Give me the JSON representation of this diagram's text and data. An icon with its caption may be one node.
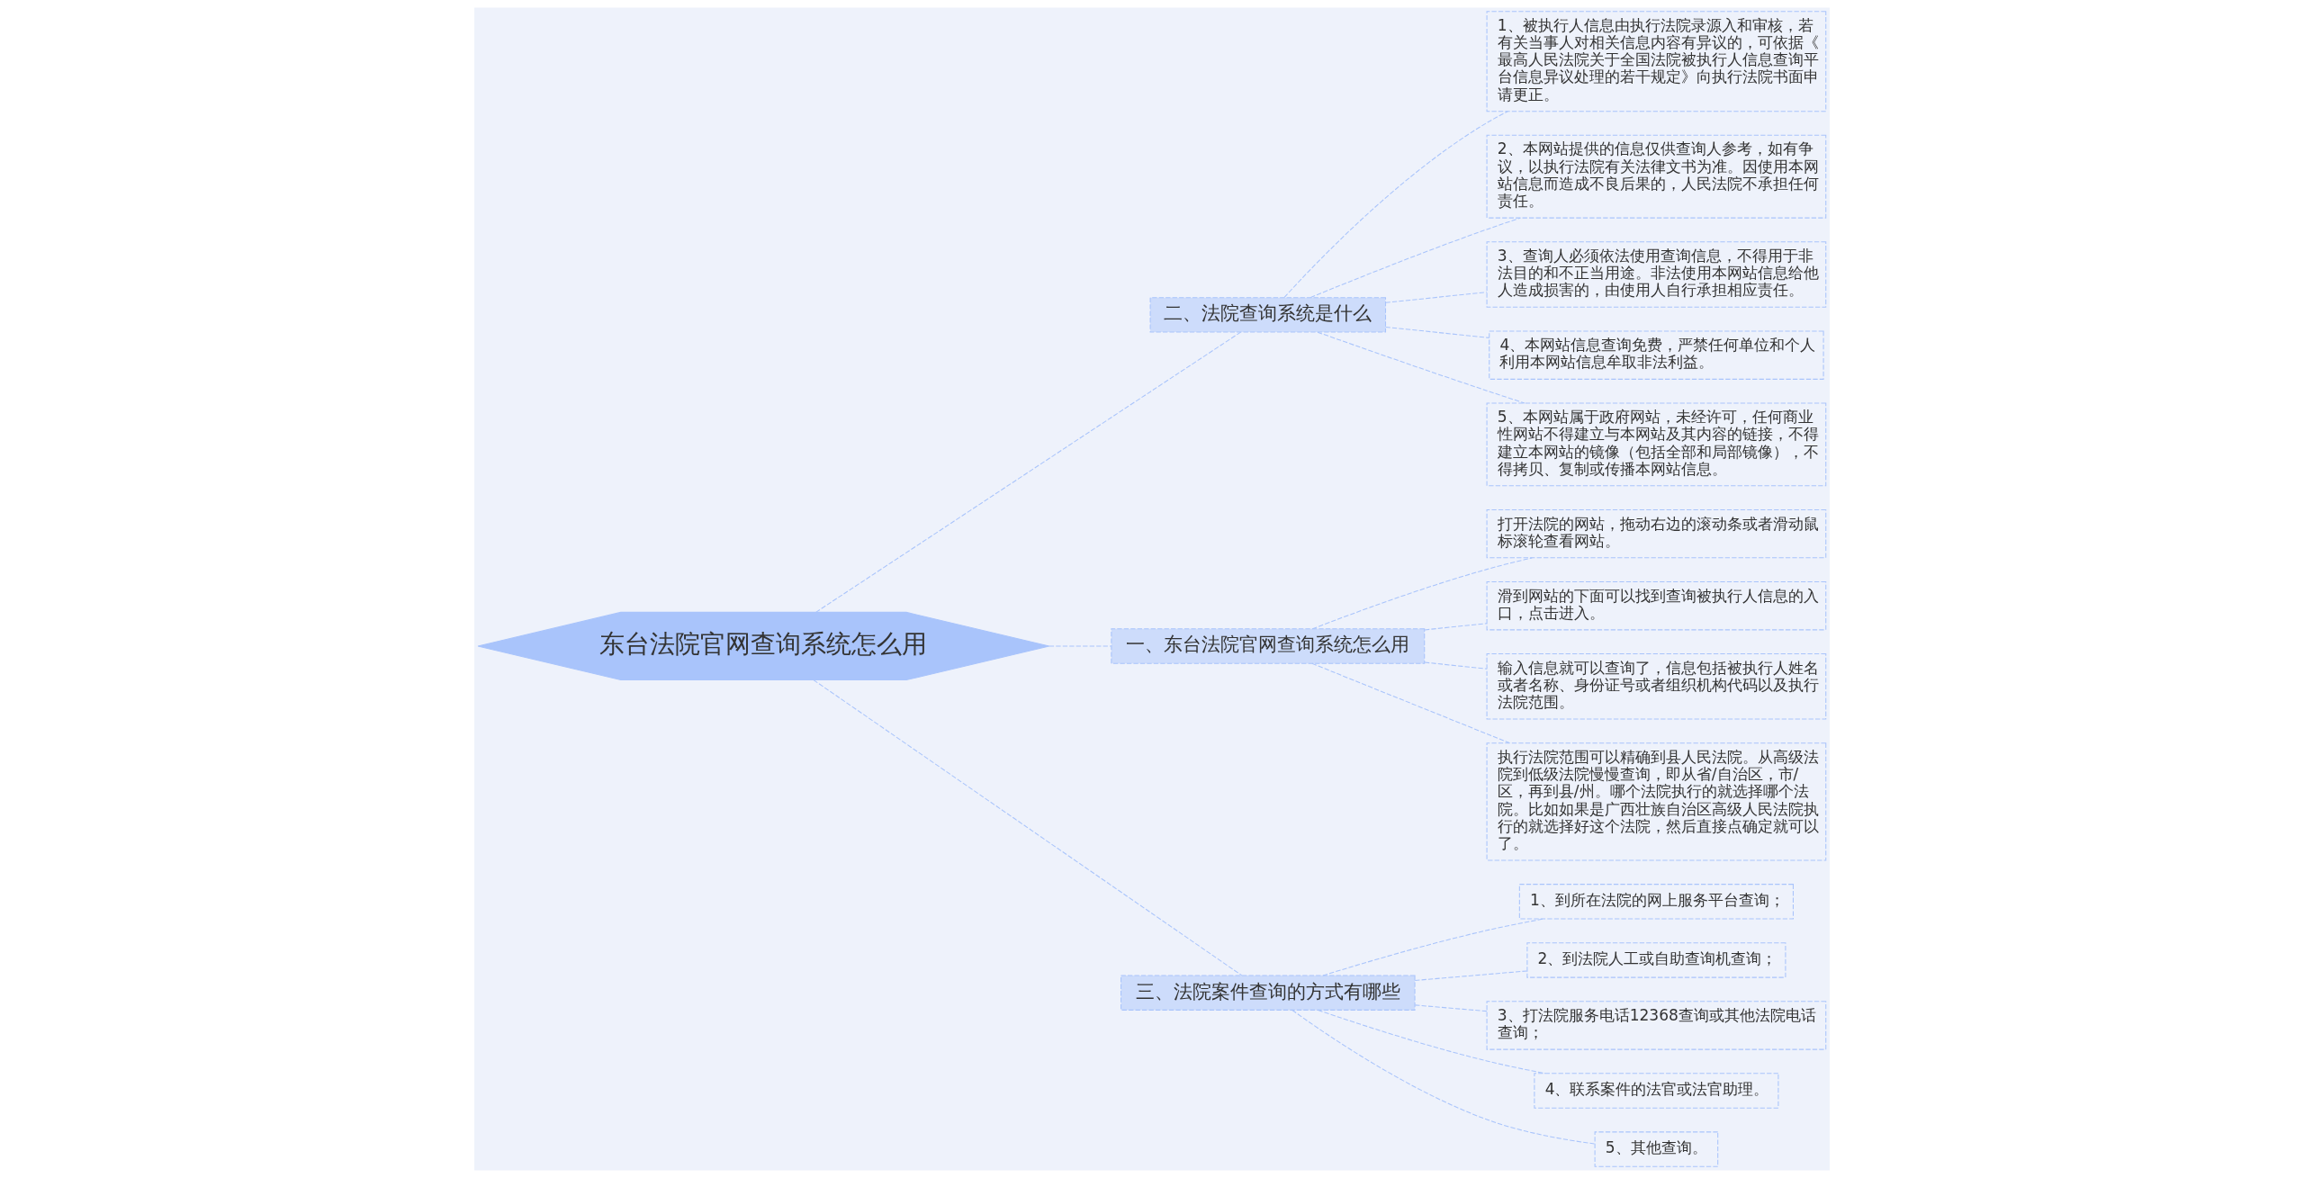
{
  "diagram": {
    "nodes": [
      {
        "text": [
          "东台法院官网查询系统怎么用"
        ]
      },
      {
        "text": [
          "二、法院查询系统是什么"
        ]
      },
      {
        "text": [
          "1、被执行人信息由执行法院录源入和审核，若有关当事人对相关信息内容有异议的，可依据《最高人民法院关于全国法院被执行人信息查询平台信息异议处理的若干规定》向执行法院书面申请更正。"
        ]
      },
      {
        "text": [
          "2、本网站提供的信息仅供查询人参考，如有争议，以执行法院有关法律文书为准。因使用本网站信息而造成不良后果的，人民法院不承担任何责任。"
        ]
      },
      {
        "text": [
          "3、查询人必须依法使用查询信息，不得用于非法目的和不正当用途。非法使用本网站信息给他人造成损害的，由使用人自行承担相应责任。"
        ]
      },
      {
        "text": [
          "4、本网站信息查询免费，严禁任何单位和个人利用本网站信息牟取非法利益。"
        ]
      },
      {
        "text": [
          "5、本网站属于政府网站，未经许可，任何商业性网站不得建立与本网站及其内容的链接，不得建立本网站的镜像（包括全部和局部镜像），不得拷贝、复制或传播本网站信息。"
        ]
      },
      {
        "text": [
          "一、东台法院官网查询系统怎么用"
        ]
      },
      {
        "text": [
          "打开法院的网站，拖动右边的滚动条或者滑动鼠标滚轮查看网站。"
        ]
      },
      {
        "text": [
          "滑到网站的下面可以找到查询被执行人信息的入口，点击进入。"
        ]
      },
      {
        "text": [
          "输入信息就可以查询了，信息包括被执行人姓名或者名称、身份证号或者组织机构代码以及执行法院范围。"
        ]
      },
      {
        "text": [
          "执行法院范围可以精确到县人民法院。从高级法院到低级法院慢慢查询，即从省/自治区，市/区，再到县/州。哪个法院执行的就选择哪个法院。比如如果是广西壮族自治区高级人民法院执行的就选择好这个法院，然后直接点确定就可以了。"
        ]
      },
      {
        "text": [
          "三、法院案件查询的方式有哪些"
        ]
      },
      {
        "text": [
          "1、到所在法院的网上服务平台查询；"
        ]
      },
      {
        "text": [
          "2、到法院人工或自助查询机查询；"
        ]
      },
      {
        "text": [
          "3、打法院服务电话12368查询或其他法院电话查询；"
        ]
      },
      {
        "text": [
          "4、联系案件的法官或法官助理。"
        ]
      },
      {
        "text": [
          "5、其他查询。"
        ]
      }
    ],
    "edges": [
      {
        "from": 0,
        "to": 1,
        "arrow": "none",
        "style": "dashed"
      },
      {
        "from": 1,
        "to": 2,
        "arrow": "none",
        "style": "dashed"
      },
      {
        "from": 1,
        "to": 3,
        "arrow": "none",
        "style": "dashed"
      },
      {
        "from": 1,
        "to": 4,
        "arrow": "none",
        "style": "dashed"
      },
      {
        "from": 1,
        "to": 5,
        "arrow": "none",
        "style": "dashed"
      },
      {
        "from": 1,
        "to": 6,
        "arrow": "none",
        "style": "dashed"
      },
      {
        "from": 0,
        "to": 7,
        "arrow": "none",
        "style": "dashed"
      },
      {
        "from": 7,
        "to": 8,
        "arrow": "none",
        "style": "dashed"
      },
      {
        "from": 7,
        "to": 9,
        "arrow": "none",
        "style": "dashed"
      },
      {
        "from": 7,
        "to": 10,
        "arrow": "none",
        "style": "dashed"
      },
      {
        "from": 7,
        "to": 11,
        "arrow": "none",
        "style": "dashed"
      },
      {
        "from": 0,
        "to": 12,
        "arrow": "none",
        "style": "dashed"
      },
      {
        "from": 12,
        "to": 13,
        "arrow": "none",
        "style": "dashed"
      },
      {
        "from": 12,
        "to": 14,
        "arrow": "none",
        "style": "dashed"
      },
      {
        "from": 12,
        "to": 15,
        "arrow": "none",
        "style": "dashed"
      },
      {
        "from": 12,
        "to": 16,
        "arrow": "none",
        "style": "dashed"
      },
      {
        "from": 12,
        "to": 17,
        "arrow": "none",
        "style": "dashed"
      }
    ]
  }
}
